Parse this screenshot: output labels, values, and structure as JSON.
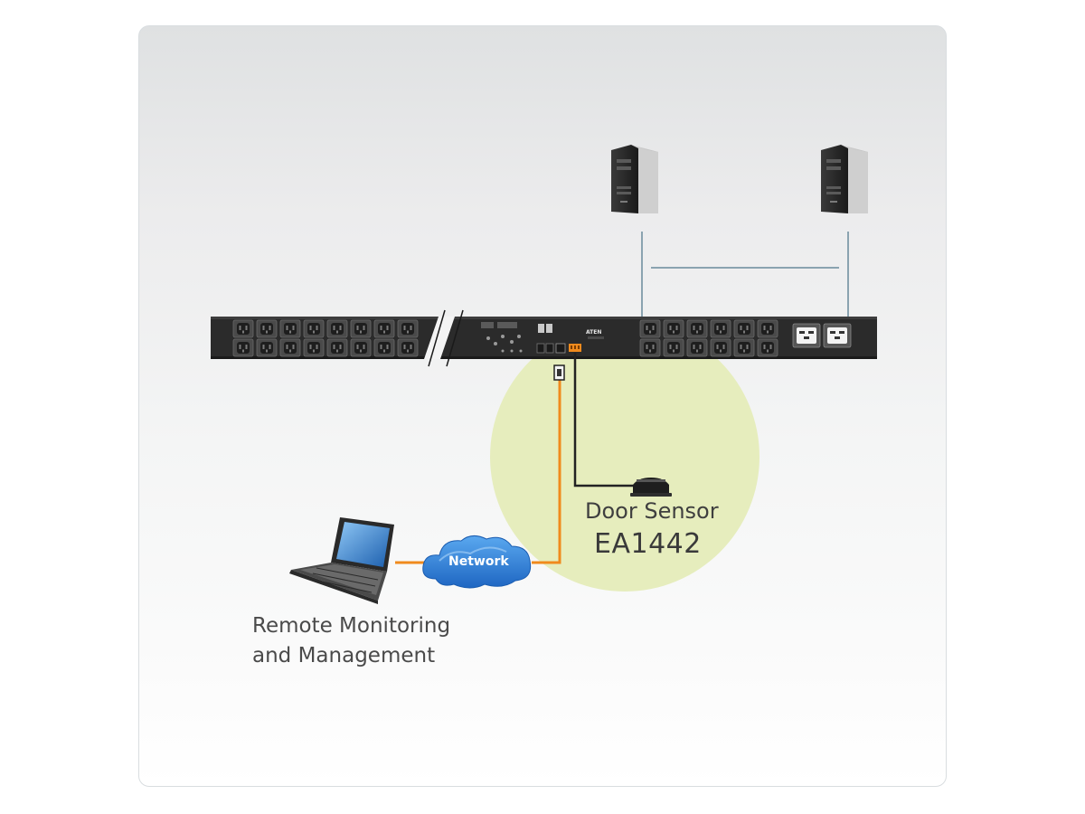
{
  "diagram": {
    "device_brand": "ATEN",
    "network_label": "Network",
    "door_sensor_label": "Door Sensor",
    "model_label": "EA1442",
    "remote_label_line1": "Remote Monitoring",
    "remote_label_line2": "and Management"
  },
  "colors": {
    "highlight_circle": "#e6edbd",
    "network_cable": "#f08a1d",
    "sensor_cable": "#222222",
    "server_link": "#8aa3b0",
    "pdu_body": "#2b2b2b",
    "cloud": "#2a7bd4"
  },
  "icons": {
    "server_left": "tower-server-icon",
    "server_right": "tower-server-icon",
    "laptop": "laptop-icon",
    "cloud": "cloud-icon",
    "door_sensor": "door-sensor-icon",
    "pdu": "pdu-icon"
  }
}
